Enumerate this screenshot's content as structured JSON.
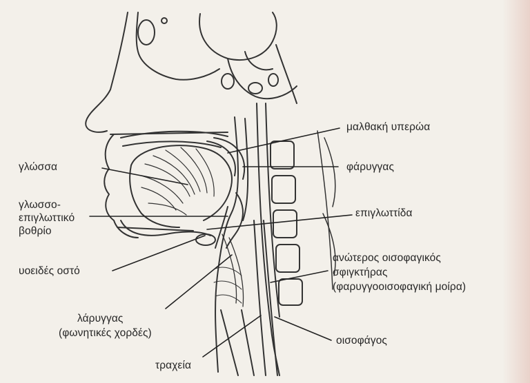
{
  "labels": {
    "soft_palate": "μαλθακή υπερώα",
    "tongue": "γλώσσα",
    "pharynx": "φάρυγγας",
    "vallecula_1": "γλωσσο-",
    "vallecula_2": "επιγλωττικό",
    "vallecula_3": "βοθρίο",
    "epiglottis": "επιγλωττίδα",
    "hyoid": "υοειδές οστό",
    "ues_1": "ανώτερος οισοφαγικός",
    "ues_2": "σφιγκτήρας",
    "ues_3": "(φαρυγγοοισοφαγική μοίρα)",
    "larynx_1": "λάρυγγας",
    "larynx_2": "(φωνητικές χορδές)",
    "esophagus": "οισοφάγος",
    "trachea": "τραχεία"
  },
  "colors": {
    "ink": "#262626",
    "paper": "#f3f0ea"
  }
}
